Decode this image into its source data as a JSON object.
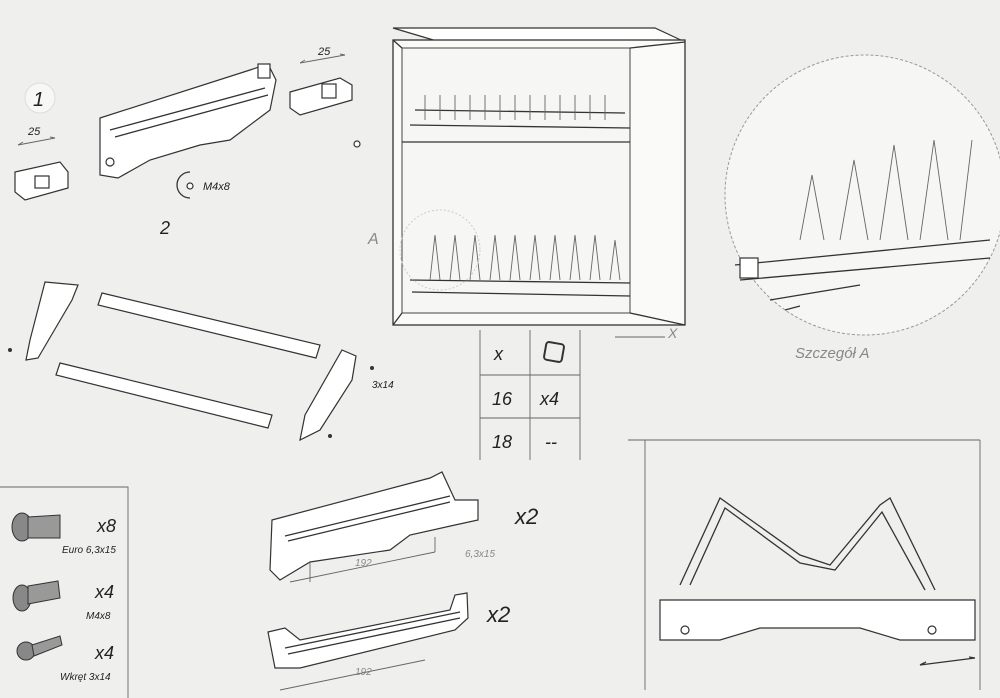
{
  "step1": {
    "number": "1",
    "dim_left": "25",
    "dim_right": "25"
  },
  "step2": {
    "number": "2",
    "screw": "M4x8"
  },
  "rails": {
    "screw": "3x14"
  },
  "cabinet": {
    "detail_marker": "A",
    "width_marker": "X"
  },
  "size_table": {
    "header": {
      "col1": "x"
    },
    "rows": [
      {
        "width": "16",
        "qty": "x4"
      },
      {
        "width": "18",
        "qty": "--"
      }
    ]
  },
  "detail": {
    "caption": "Szczegół A"
  },
  "hardware": [
    {
      "qty": "x8",
      "name": "Euro 6,3x15"
    },
    {
      "qty": "x4",
      "name": "M4x8"
    },
    {
      "qty": "x4",
      "name": "Wkręt 3x14"
    }
  ],
  "brackets": [
    {
      "qty": "x2",
      "dimension": "192",
      "screw": "6,3x15"
    },
    {
      "qty": "x2",
      "dimension": "192"
    }
  ]
}
